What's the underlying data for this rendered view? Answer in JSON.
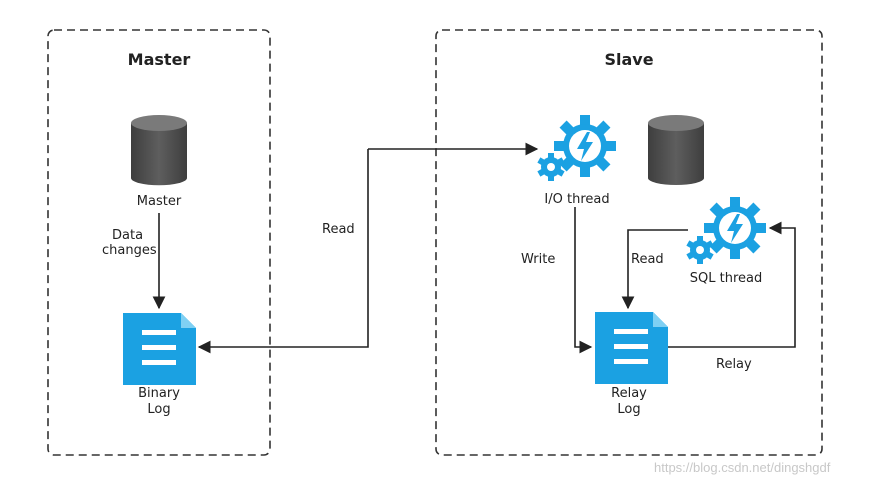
{
  "master": {
    "title": "Master",
    "db_label": "Master",
    "edge_label_line1": "Data",
    "edge_label_line2": "changes",
    "log_label_line1": "Binary",
    "log_label_line2": "Log"
  },
  "slave": {
    "title": "Slave",
    "io_thread_label": "I/O thread",
    "sql_thread_label": "SQL thread",
    "log_label_line1": "Relay",
    "log_label_line2": "Log"
  },
  "edges": {
    "read_master": "Read",
    "write": "Write",
    "read_relay": "Read",
    "relay": "Relay"
  },
  "watermark": "https://blog.csdn.net/dingshgdf",
  "colors": {
    "accent": "#1ba1e2",
    "db_body": "#4d4d4d",
    "db_top": "#7a7a7a",
    "line": "#222222"
  }
}
